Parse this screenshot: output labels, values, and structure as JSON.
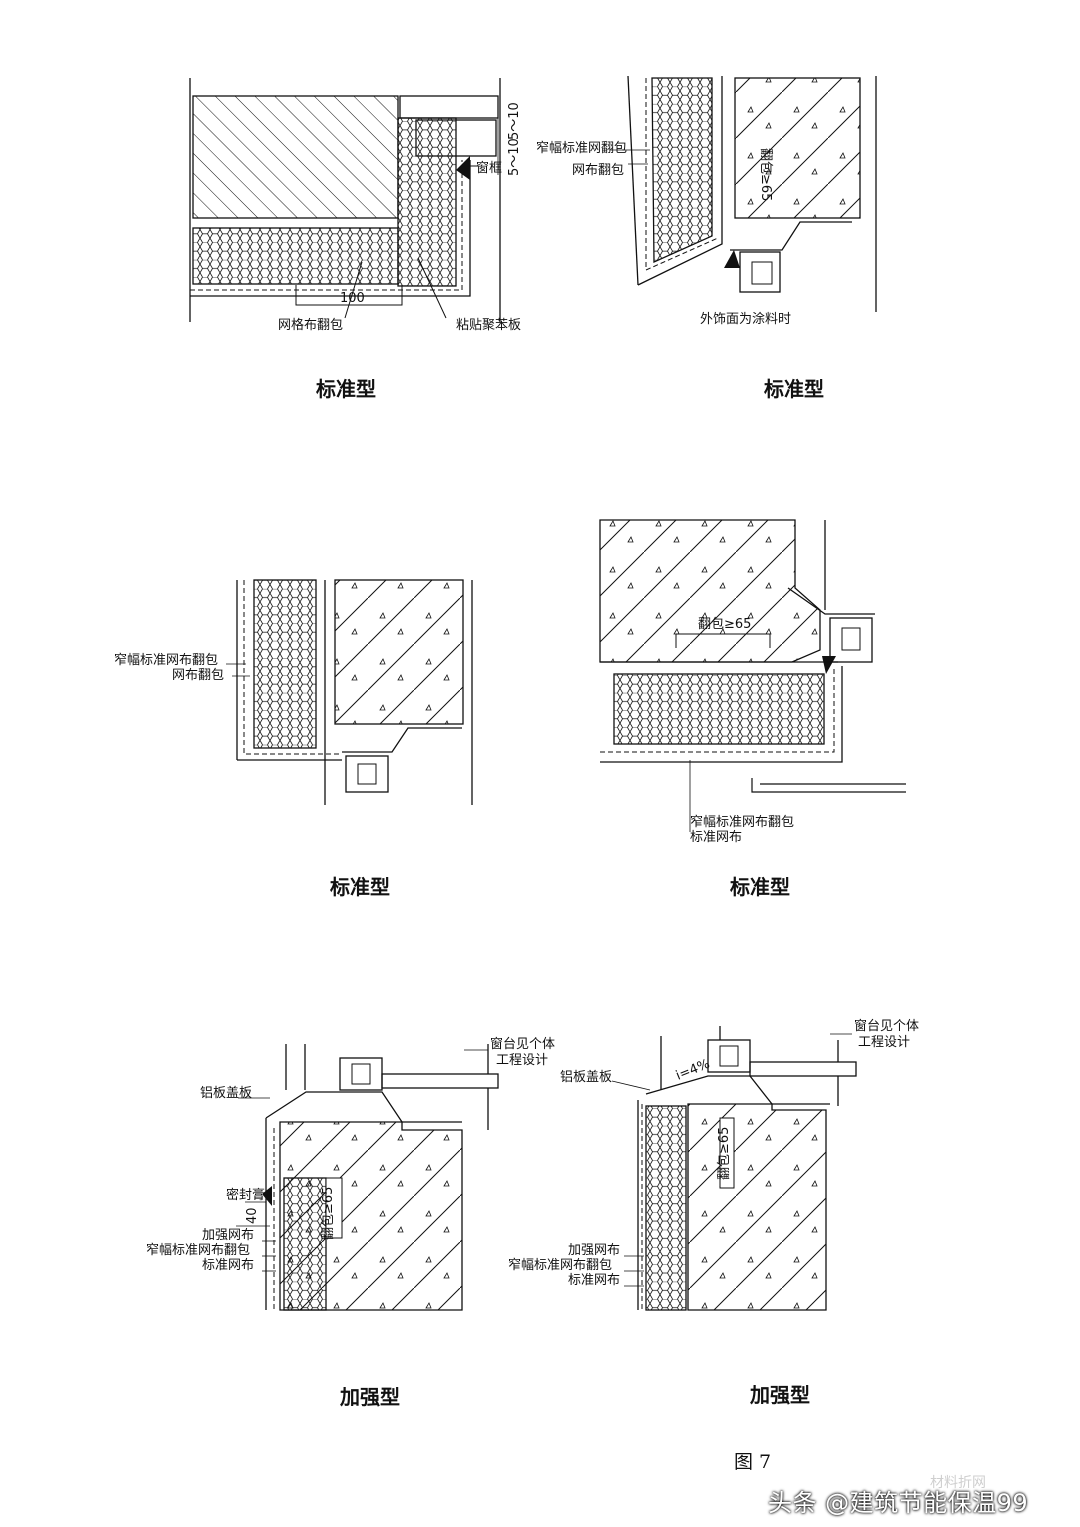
{
  "panels": [
    {
      "caption": "标准型",
      "labels": [
        "窗框",
        "网格布翻包",
        "粘贴聚苯板"
      ],
      "dims": [
        "5～10",
        "5～10",
        "100"
      ]
    },
    {
      "caption": "标准型",
      "labels": [
        "窄幅标准网翻包",
        "网布翻包",
        "翻包≥65",
        "外饰面为涂料时"
      ]
    },
    {
      "caption": "标准型",
      "labels": [
        "窄幅标准网布翻包",
        "网布翻包"
      ]
    },
    {
      "caption": "标准型",
      "labels": [
        "翻包≥65",
        "窄幅标准网布翻包",
        "标准网布"
      ]
    },
    {
      "caption": "加强型",
      "labels": [
        "窗台见个体",
        "工程设计",
        "铝板盖板",
        "密封膏",
        "40",
        "翻包≥65",
        "加强网布",
        "窄幅标准网布翻包",
        "标准网布"
      ]
    },
    {
      "caption": "加强型",
      "labels": [
        "窗台见个体",
        "工程设计",
        "铝板盖板",
        "i=4%",
        "翻包≥65",
        "加强网布",
        "窄幅标准网布翻包",
        "标准网布"
      ]
    }
  ],
  "figure_label": "图 7",
  "watermark": "头条 @建筑节能保温99",
  "watermark_faded": "材料折网"
}
